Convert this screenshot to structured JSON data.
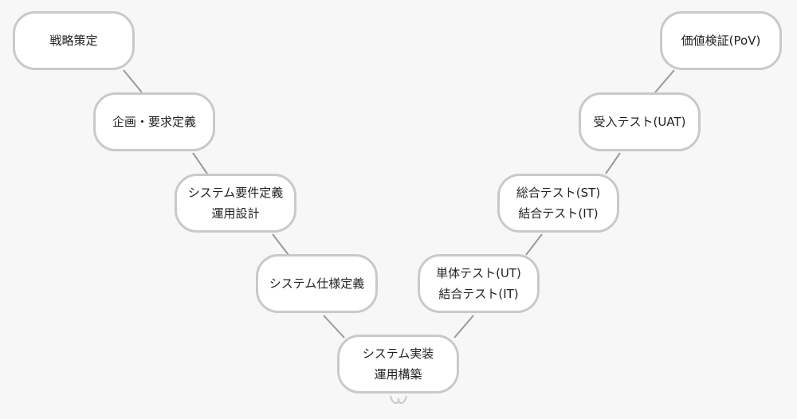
{
  "nodes": [
    {
      "lines": [
        "戦略策定"
      ]
    },
    {
      "lines": [
        "企画・要求定義"
      ]
    },
    {
      "lines": [
        "システム要件定義",
        "運用設計"
      ]
    },
    {
      "lines": [
        "システム仕様定義"
      ]
    },
    {
      "lines": [
        "システム実装",
        "運用構築"
      ]
    },
    {
      "lines": [
        "単体テスト(UT)",
        "結合テスト(IT)"
      ]
    },
    {
      "lines": [
        "総合テスト(ST)",
        "結合テスト(IT)"
      ]
    },
    {
      "lines": [
        "受入テスト(UAT)"
      ]
    },
    {
      "lines": [
        "価値検証(PoV)"
      ]
    }
  ]
}
